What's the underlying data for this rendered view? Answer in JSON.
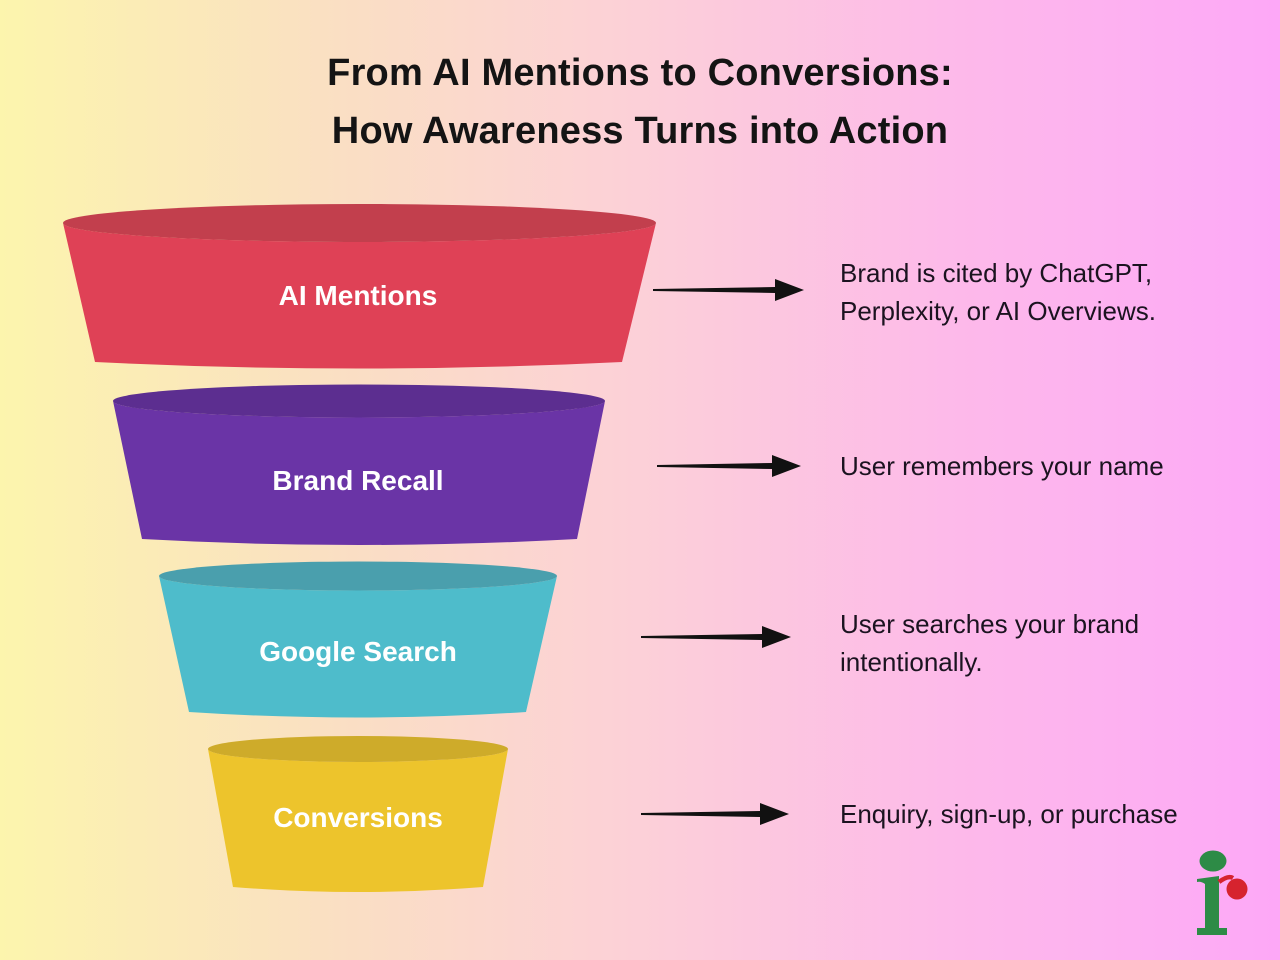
{
  "title": {
    "line1": "From AI Mentions to Conversions:",
    "line2": "How Awareness Turns into Action"
  },
  "stages": [
    {
      "label": "AI Mentions",
      "color_body": "#DF4156",
      "color_top": "#C23F4D",
      "description": {
        "line1": "Brand is cited by ChatGPT,",
        "line2": "Perplexity, or AI Overviews."
      }
    },
    {
      "label": "Brand Recall",
      "color_body": "#6A34A6",
      "color_top": "#5C2E90",
      "description": {
        "line1": "User remembers your name",
        "line2": ""
      }
    },
    {
      "label": "Google Search",
      "color_body": "#4EBCCB",
      "color_top": "#4A9FAD",
      "description": {
        "line1": "User searches your brand",
        "line2": "intentionally."
      }
    },
    {
      "label": "Conversions",
      "color_body": "#EDC42C",
      "color_top": "#CEAB2A",
      "description": {
        "line1": "Enquiry, sign-up, or purchase",
        "line2": ""
      }
    }
  ],
  "colors": {
    "arrow": "#111111",
    "title_text": "#141414",
    "description_text": "#1B1320",
    "background_left": "#FCF5AD",
    "background_mid": "#FCD0D8",
    "background_right": "#FDA8F7",
    "logo_green": "#2D8B46",
    "logo_red": "#D6232E"
  },
  "logo": {
    "icon": "ir-monogram"
  }
}
